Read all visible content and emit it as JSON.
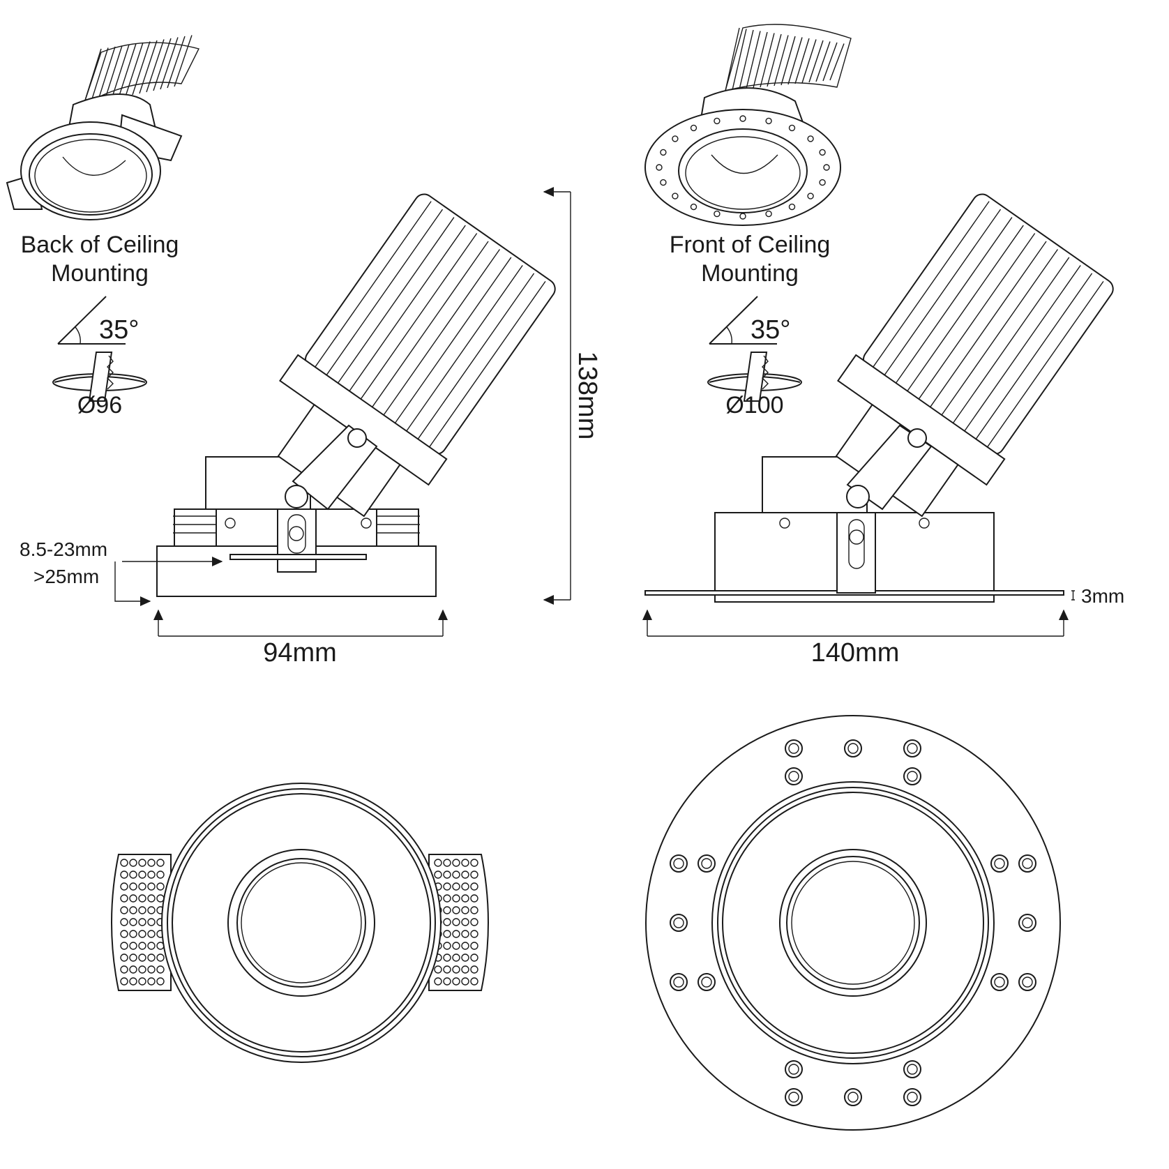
{
  "colors": {
    "line": "#1a1a1a",
    "background": "#ffffff"
  },
  "left_unit": {
    "mounting_label_line1": "Back of Ceiling",
    "mounting_label_line2": "Mounting",
    "tilt_angle": "35°",
    "cutout_diameter": "Ø96",
    "ceiling_thickness_range": "8.5-23mm",
    "ceiling_thickness_alt": ">25mm",
    "width": "94mm",
    "height": "138mm"
  },
  "right_unit": {
    "mounting_label_line1": "Front of Ceiling",
    "mounting_label_line2": "Mounting",
    "tilt_angle": "35°",
    "cutout_diameter": "Ø100",
    "flange_thickness": "3mm",
    "width": "140mm"
  }
}
